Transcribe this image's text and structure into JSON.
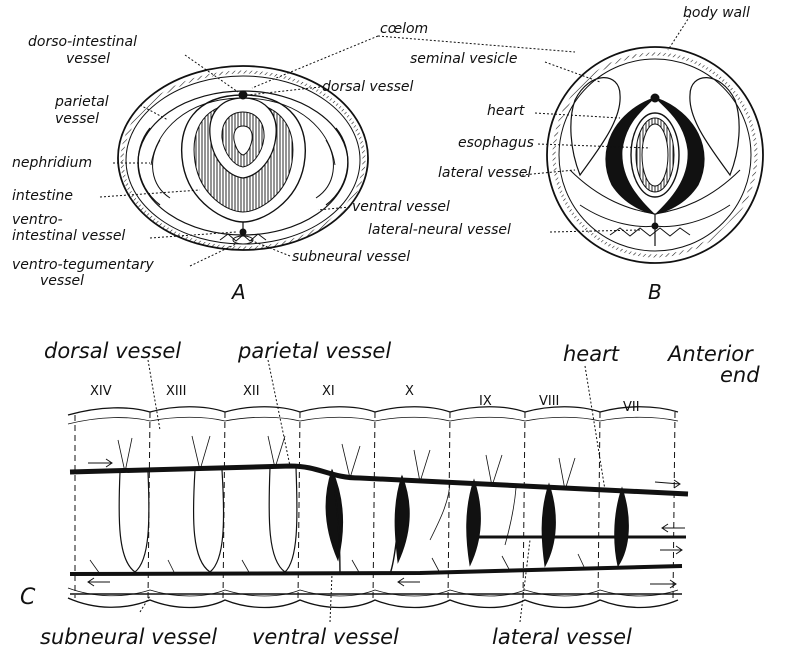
{
  "panel_A": {
    "letter": "A",
    "labels": {
      "coelom": "cœlom",
      "dorso_intestinal_1": "dorso-intestinal",
      "dorso_intestinal_2": "vessel",
      "dorsal_vessel": "dorsal vessel",
      "parietal_1": "parietal",
      "parietal_2": "vessel",
      "nephridium": "nephridium",
      "intestine": "intestine",
      "ventral_vessel": "ventral vessel",
      "ventro_intestinal_1": "ventro-",
      "ventro_intestinal_2": "intestinal vessel",
      "ventro_tegumentary_1": "ventro-tegumentary",
      "ventro_tegumentary_2": "vessel",
      "subneural_vessel": "subneural vessel"
    }
  },
  "panel_B": {
    "letter": "B",
    "labels": {
      "body_wall": "body wall",
      "seminal_vesicle": "seminal vesicle",
      "heart": "heart",
      "esophagus": "esophagus",
      "lateral_vessel": "lateral vessel",
      "lateral_neural_vessel": "lateral-neural vessel"
    }
  },
  "panel_C": {
    "letter": "C",
    "labels": {
      "dorsal_vessel": "dorsal vessel",
      "parietal_vessel": "parietal vessel",
      "heart": "heart",
      "anterior_1": "Anterior",
      "anterior_2": "end",
      "subneural_vessel": "subneural vessel",
      "ventral_vessel": "ventral vessel",
      "lateral_vessel": "lateral vessel"
    },
    "segments": [
      "XIV",
      "XIII",
      "XII",
      "XI",
      "X",
      "IX",
      "VIII",
      "VII"
    ]
  },
  "colors": {
    "ink": "#111111",
    "paper": "#ffffff"
  }
}
